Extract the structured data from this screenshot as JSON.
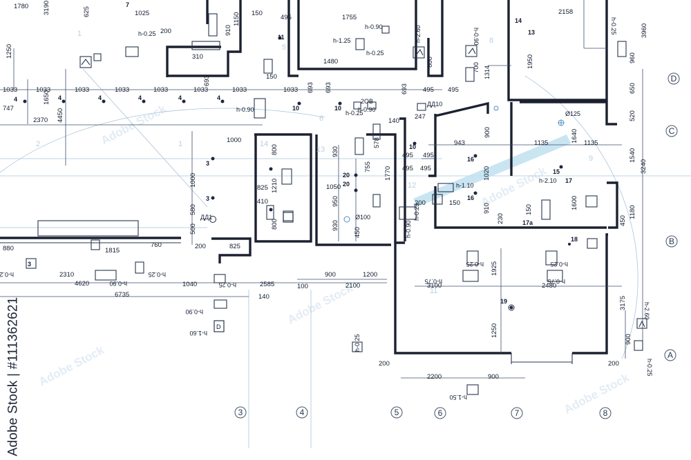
{
  "drawing": {
    "stock_id": "Adobe Stock | #111362621",
    "watermark": "Adobe Stock",
    "axes": {
      "letters": [
        "D",
        "C",
        "B",
        "A"
      ],
      "numbers": [
        "3",
        "4",
        "5",
        "6",
        "7",
        "8"
      ]
    },
    "dimensions": [
      "1780",
      "3190",
      "625",
      "1025",
      "200",
      "1250",
      "310",
      "910",
      "1150",
      "150",
      "495",
      "1755",
      "h-0.90",
      "h-1.25",
      "h-0.25",
      "h-2.60",
      "1480",
      "150",
      "600",
      "700",
      "1314",
      "h-0.90",
      "2158",
      "1950",
      "h-0.25",
      "3960",
      "960",
      "650",
      "1033",
      "1650",
      "747",
      "4450",
      "2370",
      "693",
      "140",
      "247",
      "943",
      "1135",
      "900",
      "1640",
      "520",
      "1540",
      "3240",
      "1020",
      "h-1.10",
      "h-2.10",
      "1600",
      "1180",
      "450",
      "230",
      "910",
      "1000",
      "800",
      "1210",
      "1050",
      "950",
      "930",
      "1770",
      "755",
      "578",
      "410",
      "580",
      "500",
      "825",
      "880",
      "1815",
      "760",
      "2310",
      "4620",
      "6735",
      "1040",
      "2585",
      "100",
      "2100",
      "1200",
      "3100",
      "2480",
      "1925",
      "3175",
      "1250",
      "2200",
      "h-1.50",
      "h-0.75",
      "h-1.60"
    ],
    "labels": [
      "ДД1",
      "ДД10",
      "2ОВ",
      "Ø100",
      "Ø125"
    ],
    "room_numbers": [
      "1",
      "2",
      "3",
      "5",
      "6",
      "8",
      "9",
      "11",
      "12",
      "13",
      "14"
    ],
    "marks": [
      "4",
      "7",
      "10",
      "11",
      "13",
      "14",
      "15",
      "16",
      "17",
      "17a",
      "18",
      "19",
      "20",
      "3"
    ]
  }
}
